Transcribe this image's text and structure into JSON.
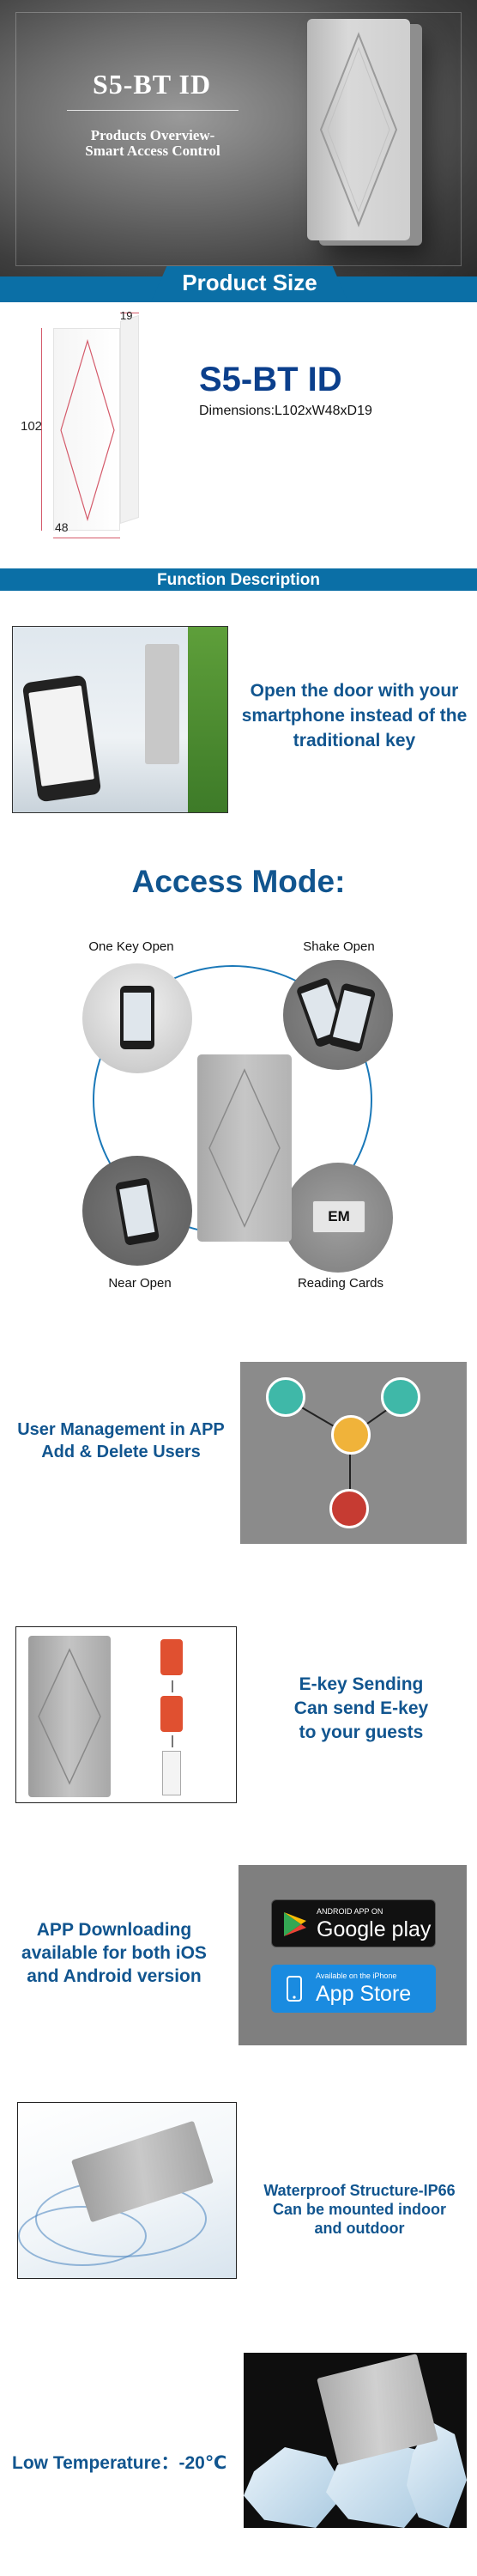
{
  "hero": {
    "title": "S5-BT ID",
    "subtitle_line1": "Products Overview-",
    "subtitle_line2": "Smart Access Control"
  },
  "product_size": {
    "banner": "Product Size",
    "model": "S5-BT ID",
    "dimensions": "Dimensions:L102xW48xD19",
    "dim_height": "102",
    "dim_width": "48",
    "dim_depth": "19"
  },
  "function": {
    "banner": "Function Description",
    "open_door_text": "Open the door with your smartphone instead of the traditional key"
  },
  "access_mode": {
    "title": "Access Mode:",
    "modes": [
      {
        "label": "One Key Open"
      },
      {
        "label": "Shake Open"
      },
      {
        "label": "Near Open"
      },
      {
        "label": "Reading Cards"
      }
    ],
    "card_text": "EM"
  },
  "user_management": {
    "line1": "User Management in APP",
    "line2": "Add & Delete Users"
  },
  "ekey": {
    "line1": "E-key Sending",
    "line2": "Can send E-key",
    "line3": "to your guests"
  },
  "app_download": {
    "line1": "APP Downloading",
    "line2": "available for both iOS",
    "line3": "and Android version",
    "google_small": "ANDROID APP ON",
    "google_big": "Google play",
    "apple_small": "Available on the iPhone",
    "apple_big": "App Store"
  },
  "waterproof": {
    "line1": "Waterproof Structure-IP66",
    "line2": "Can be mounted indoor",
    "line3": "and outdoor"
  },
  "low_temp": {
    "text": "Low Temperature：-20℃"
  },
  "colors": {
    "brand_blue": "#0b6fa6",
    "heading_blue": "#11558f",
    "model_blue": "#0b3f8c"
  }
}
